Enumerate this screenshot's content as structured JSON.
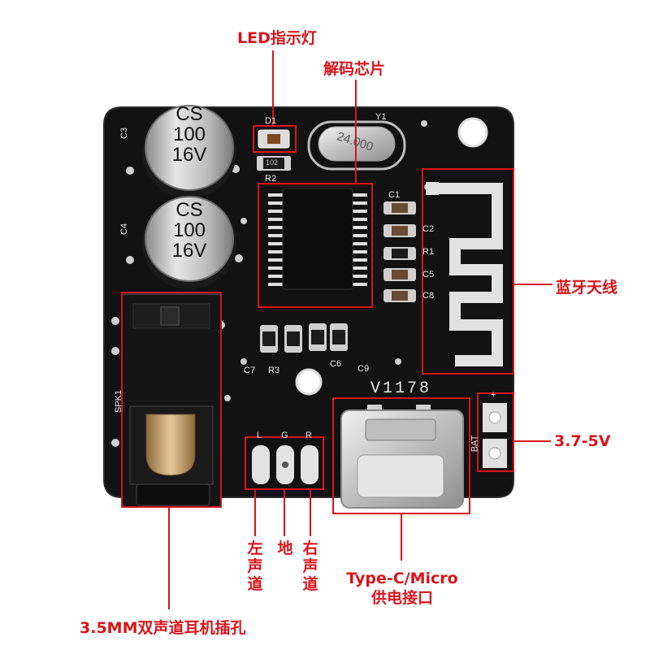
{
  "colors": {
    "annotation": "#d9141b",
    "board": "#121212",
    "silkscreen": "#e8e8e8",
    "capacitor": "#c9c9c9",
    "copper": "#d8d8d8"
  },
  "board": {
    "capacitor_top": {
      "brand": "CS",
      "value": "100",
      "voltage": "16V"
    },
    "capacitor_bottom": {
      "brand": "CS",
      "value": "100",
      "voltage": "16V"
    },
    "crystal_label": "24.000",
    "model_label": "V1178",
    "silk": {
      "c3": "C3",
      "c4": "C4",
      "d1": "D1",
      "r2": "R2",
      "r102": "102",
      "y1": "Y1",
      "c1": "C1",
      "c2": "C2",
      "r1": "R1",
      "c5": "C5",
      "c8": "C8",
      "c6": "C6",
      "c7": "C7",
      "r3": "R3",
      "c9": "C9",
      "spk": "SPK1",
      "bat": "BAT",
      "pin_l": "L",
      "pin_g": "G",
      "pin_r": "R",
      "bat_plus": "+"
    }
  },
  "annotations": {
    "led": "LED指示灯",
    "decoder": "解码芯片",
    "antenna": "蓝牙天线",
    "power": "3.7-5V",
    "left_channel": "左声道",
    "ground": "地",
    "right_channel": "右声道",
    "port_line1": "Type-C/Micro",
    "port_line2": "供电接口",
    "jack": "3.5MM双声道耳机插孔"
  }
}
